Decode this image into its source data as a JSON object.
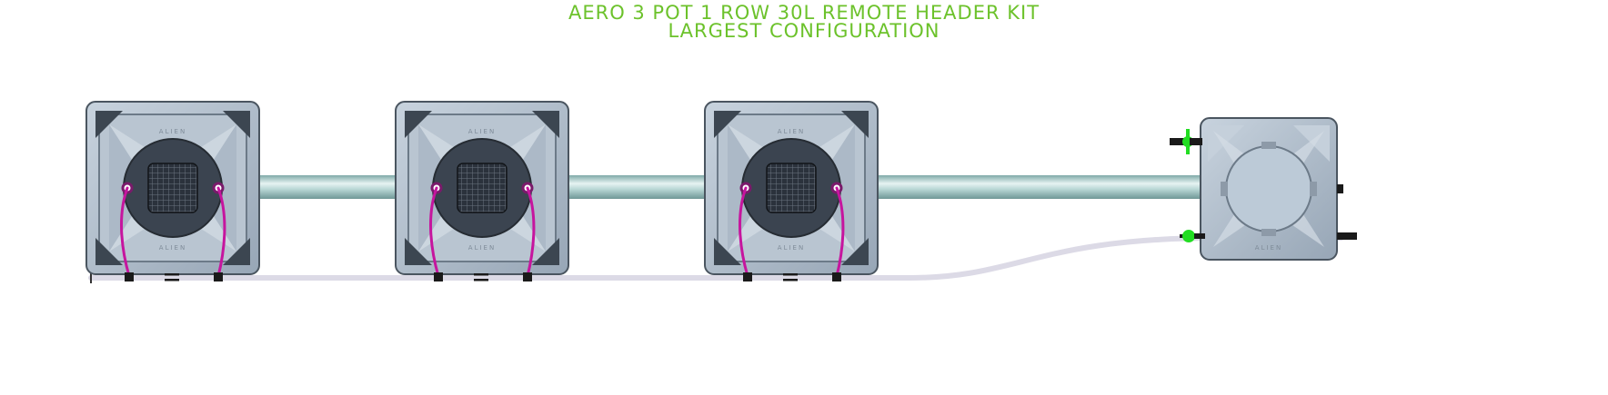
{
  "title": {
    "line1": "AERO 3 POT 1 ROW 30L REMOTE HEADER KIT",
    "line2": "LARGEST CONFIGURATION"
  },
  "diagram": {
    "pots": [
      {
        "label_top": "ALIEN",
        "label_bottom": "ALIEN"
      },
      {
        "label_top": "ALIEN",
        "label_bottom": "ALIEN"
      },
      {
        "label_top": "ALIEN",
        "label_bottom": "ALIEN"
      }
    ],
    "header_tank": {
      "label_bottom": "ALIEN"
    },
    "colors": {
      "title": "#6cc22b",
      "pot_body": "#a9b6c4",
      "pot_inner": "#c5d0db",
      "pipe": "#9fc6c4",
      "drip_line": "#c6159e",
      "feed_line": "#dcdae6",
      "valve": "#22dd22"
    },
    "icons": [
      "pot-icon",
      "net-basket-icon",
      "valve-icon",
      "pipe-icon",
      "drip-line-icon"
    ]
  }
}
